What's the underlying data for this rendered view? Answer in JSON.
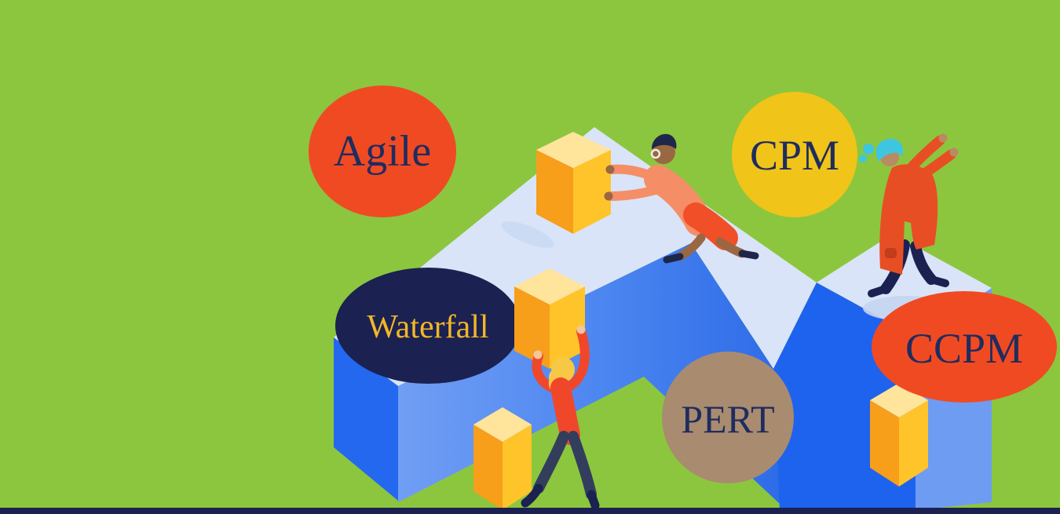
{
  "illustration": {
    "description": "Project management methodologies illustration with characters building isometric platforms",
    "background_color": "#8CC63E",
    "ground_strip": "#1B2151",
    "bubbles": [
      {
        "id": "agile",
        "label": "Agile",
        "bg": "#F04A23",
        "fg": "#1F2C5E"
      },
      {
        "id": "cpm",
        "label": "CPM",
        "bg": "#F0C419",
        "fg": "#1F2C5E"
      },
      {
        "id": "waterfall",
        "label": "Waterfall",
        "bg": "#1B2151",
        "fg": "#F2B629"
      },
      {
        "id": "pert",
        "label": "PERT",
        "bg": "#A98B70",
        "fg": "#1F2C5E"
      },
      {
        "id": "ccpm",
        "label": "CCPM",
        "bg": "#F04A23",
        "fg": "#1F2C5E"
      }
    ],
    "platform_colors": {
      "top": "#D9E4F8",
      "wall_bright": "#2368EF",
      "wall_deep": "#1E63ED",
      "wall_light": "#6E9CF3",
      "wall_gradient_from": "#719EF4",
      "wall_gradient_to": "#2E6CE8",
      "shadow": "#C4D5F1"
    },
    "block_colors": {
      "left": "#F79E1B",
      "front": "#FFC42A",
      "top": "#FFE49B"
    },
    "people": {
      "pushing": {
        "shirt": "#F58E67",
        "shorts": "#F04F28",
        "skin": "#9A6743",
        "hair": "#1E2749"
      },
      "lifting": {
        "top": "#F0472B",
        "pants": "#323E5C",
        "skin": "#F2C79B",
        "hair": "#F7C843",
        "boots": "#1B2151"
      },
      "reaching": {
        "coat": "#E84E24",
        "pants": "#1B2151",
        "skin": "#B98A63",
        "hair": "#3EC6E0"
      }
    }
  }
}
